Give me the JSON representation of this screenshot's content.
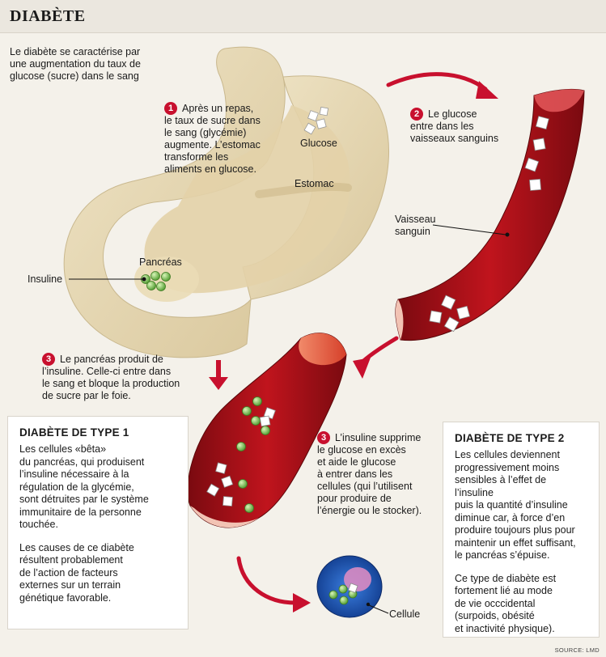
{
  "header": {
    "title": "DIABÈTE"
  },
  "intro": {
    "line1": "Le diabète se caractérise par",
    "line2": "une augmentation du taux de",
    "line3": "glucose (sucre) dans le sang"
  },
  "steps": {
    "step1": {
      "number": "1",
      "lines": [
        "Après un repas,",
        "le taux de sucre dans",
        "le sang (glycémie)",
        "augmente. L’estomac",
        "transforme les",
        "aliments en glucose."
      ]
    },
    "step2": {
      "number": "2",
      "lines": [
        "Le glucose",
        "entre dans les",
        "vaisseaux sanguins"
      ]
    },
    "step3a": {
      "number": "3",
      "lines": [
        "Le pancréas produit de",
        "l’insuline. Celle-ci entre dans",
        "le sang et bloque la production",
        "de sucre par le foie."
      ]
    },
    "step3b": {
      "number": "3",
      "lines": [
        "L’insuline supprime",
        "le glucose en excès",
        "et aide le glucose",
        "à entrer dans les",
        "cellules (qui l’utilisent",
        "pour produire de",
        "l’énergie ou le stocker)."
      ]
    }
  },
  "labels": {
    "glucose": "Glucose",
    "estomac": "Estomac",
    "vaisseau_line1": "Vaisseau",
    "vaisseau_line2": "sanguin",
    "pancreas": "Pancréas",
    "insuline": "Insuline",
    "cellule": "Cellule"
  },
  "type1": {
    "title": "DIABÈTE DE TYPE 1",
    "para1": [
      "Les cellules «bêta»",
      "du pancréas, qui produisent",
      "l’insuline nécessaire à la",
      "régulation de la glycémie,",
      "sont détruites par le système",
      "immunitaire de la personne",
      "touchée."
    ],
    "para2": [
      "Les causes de ce diabète",
      "résultent probablement",
      "de l’action de facteurs",
      "externes sur un terrain",
      "génétique favorable."
    ]
  },
  "type2": {
    "title": "DIABÈTE DE TYPE 2",
    "para1": [
      "Les cellules deviennent",
      "progressivement moins",
      "sensibles à l’effet de l’insuline",
      "puis la quantité d’insuline",
      "diminue car, à force d’en",
      "produire toujours plus pour",
      "maintenir un effet suffisant,",
      "le pancréas s’épuise."
    ],
    "para2": [
      "Ce type de diabète est",
      "fortement lié au mode",
      "de vie occcidental",
      "(surpoids, obésité",
      "et inactivité physique)."
    ]
  },
  "source": "SOURCE: LMD",
  "colors": {
    "accent_red": "#c8102e",
    "blood_dark": "#8e0d14",
    "stomach": "#e6d8b4",
    "insulin_green": "#6fbf4a",
    "cell_blue": "#1f56b8"
  }
}
